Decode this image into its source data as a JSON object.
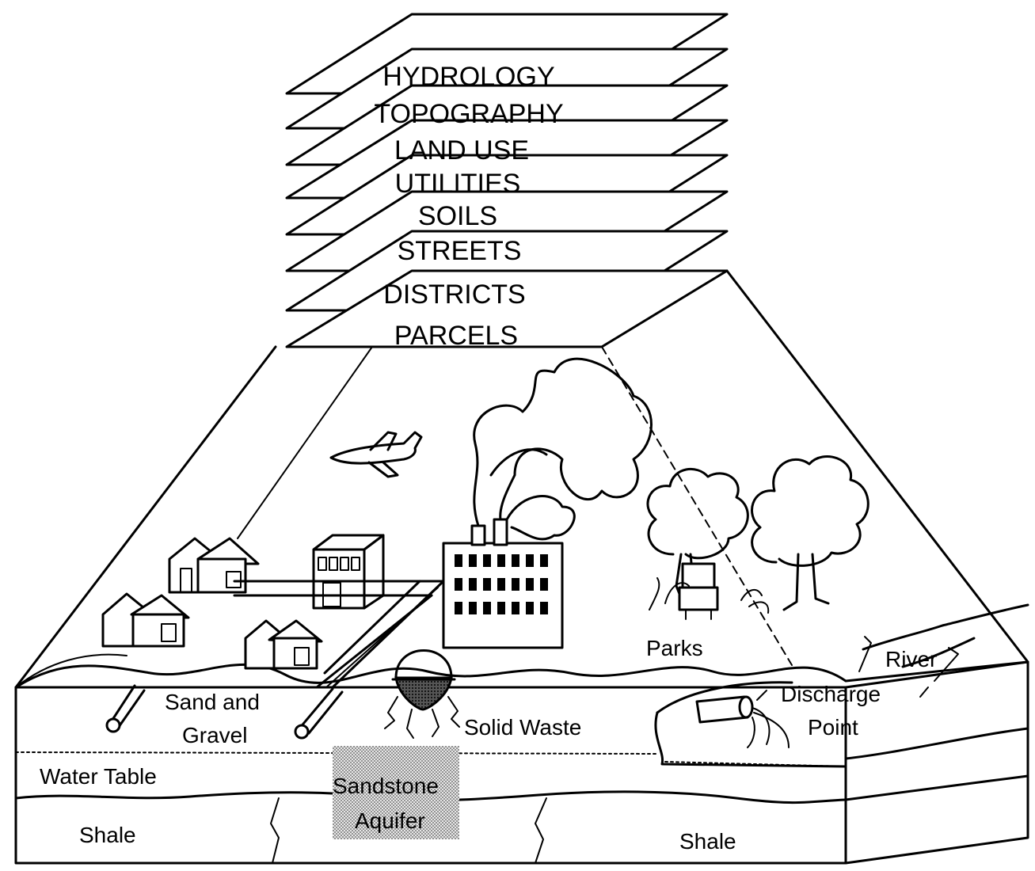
{
  "layers": [
    "HYDROLOGY",
    "TOPOGRAPHY",
    "LAND USE",
    "UTILITIES",
    "SOILS",
    "STREETS",
    "DISTRICTS",
    "PARCELS"
  ],
  "labels": {
    "sand_gravel_1": "Sand and",
    "sand_gravel_2": "Gravel",
    "solid_waste": "Solid Waste",
    "water_table": "Water Table",
    "sandstone_1": "Sandstone",
    "sandstone_2": "Aquifer",
    "shale_left": "Shale",
    "shale_right": "Shale",
    "parks": "Parks",
    "river": "River",
    "discharge_1": "Discharge",
    "discharge_2": "Point"
  },
  "colors": {
    "ink": "#000000",
    "paper": "#ffffff",
    "aquifer": "#bdbdbd"
  }
}
